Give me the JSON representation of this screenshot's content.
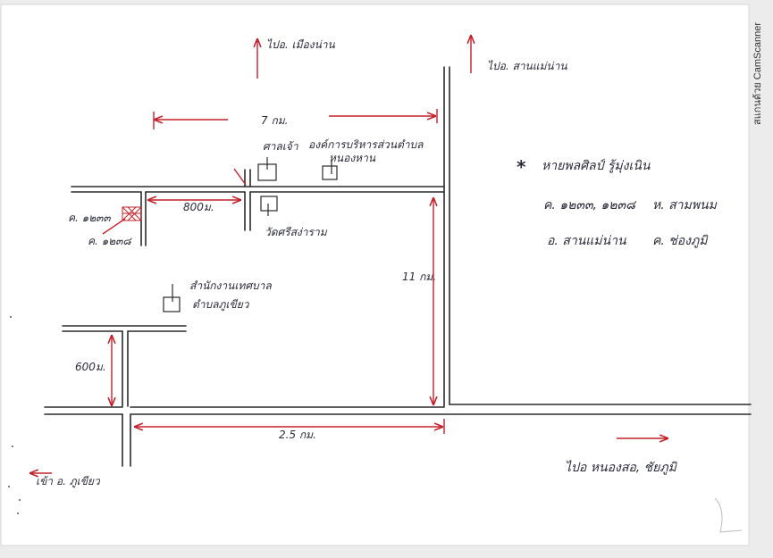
{
  "colors": {
    "road": "#2a2a2a",
    "arrow": "#c3202a",
    "ink": "#2b2b3a",
    "paper": "#ffffff",
    "margin": "#ececec"
  },
  "labels": {
    "to_north_left": "ไปอ. เมืองน่าน",
    "to_north_right": "ไปอ. สานแม่น่าน",
    "dist_top": "7 กม.",
    "shrine": "ศาลเจ้า",
    "sao_line1": "องค์การบริหารส่วนตำบล",
    "sao_line2": "หนองหาน",
    "dist_800": "800ม.",
    "road_a": "ค. ๑๒๓๓",
    "road_b": "ค. ๑๒๓๘",
    "temple": "วัดศรีสง่าราม",
    "dist_11": "11 กม.",
    "office_line1": "สำนักงานเทศบาล",
    "office_line2": "ตำบลภูเขียว",
    "dist_600": "600ม.",
    "dist_2_5": "2.5 กม.",
    "to_southeast": "ไปอ หนองสอ, ชัยภูมิ",
    "to_southwest": "เข้า อ. ภูเขียว"
  },
  "notes": {
    "star": "*",
    "title": "หายพลศิลป์ รู้มุ่งเนิน",
    "line1_left": "ค. ๑๒๓๓, ๑๒๓๘",
    "line1_right": "ห. สามพนม",
    "line2_left": "อ. สานแม่น่าน",
    "line2_right": "ค. ช่องภูมิ"
  },
  "watermark": "สแกนด้วย CamScanner"
}
